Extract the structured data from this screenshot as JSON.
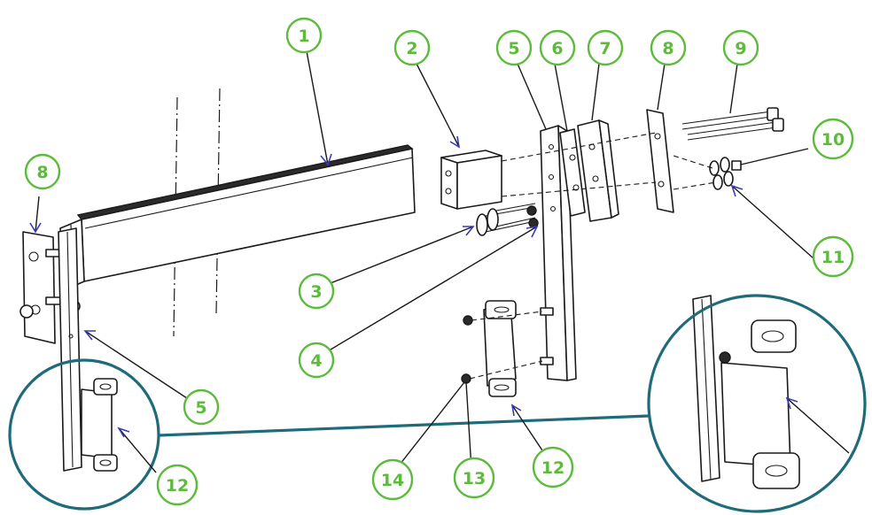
{
  "callouts": [
    {
      "id": "c1",
      "text": "1"
    },
    {
      "id": "c2",
      "text": "2"
    },
    {
      "id": "c3",
      "text": "3"
    },
    {
      "id": "c4",
      "text": "4"
    },
    {
      "id": "c5a",
      "text": "5"
    },
    {
      "id": "c5b",
      "text": "5"
    },
    {
      "id": "c6",
      "text": "6"
    },
    {
      "id": "c7",
      "text": "7"
    },
    {
      "id": "c8a",
      "text": "8"
    },
    {
      "id": "c8b",
      "text": "8"
    },
    {
      "id": "c9",
      "text": "9"
    },
    {
      "id": "c10",
      "text": "10"
    },
    {
      "id": "c11",
      "text": "11"
    },
    {
      "id": "c12a",
      "text": "12"
    },
    {
      "id": "c12b",
      "text": "12"
    },
    {
      "id": "c13",
      "text": "13"
    },
    {
      "id": "c14",
      "text": "14"
    }
  ],
  "colors": {
    "callout_green": "#5dbb3c",
    "detail_teal": "#1f6b7a",
    "leader_arrow_blue": "#3b3bb5",
    "line_black": "#1a1a1a"
  }
}
